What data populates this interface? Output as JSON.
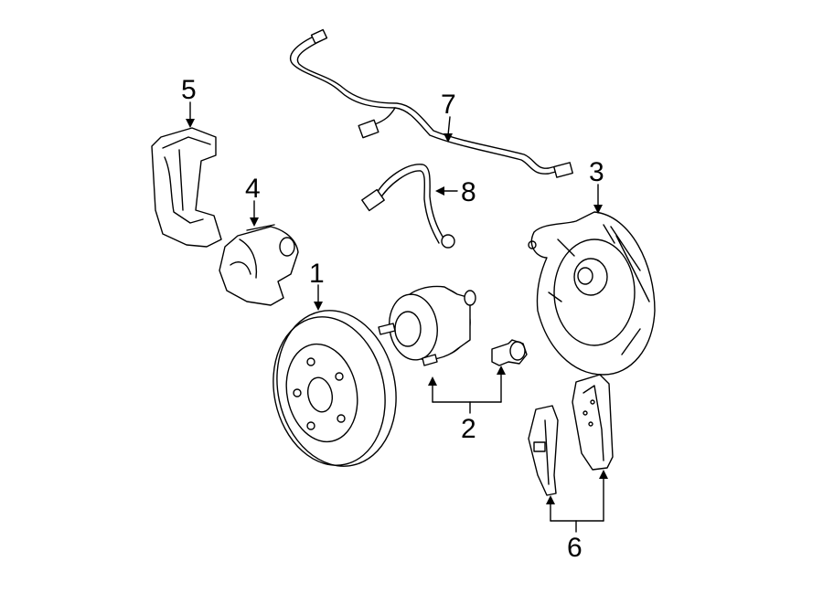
{
  "diagram": {
    "callouts": [
      {
        "id": "rotor",
        "label": "1"
      },
      {
        "id": "hub",
        "label": "2"
      },
      {
        "id": "shield",
        "label": "3"
      },
      {
        "id": "caliper",
        "label": "4"
      },
      {
        "id": "bracket",
        "label": "5"
      },
      {
        "id": "pads",
        "label": "6"
      },
      {
        "id": "harness",
        "label": "7"
      },
      {
        "id": "sensor",
        "label": "8"
      }
    ]
  }
}
